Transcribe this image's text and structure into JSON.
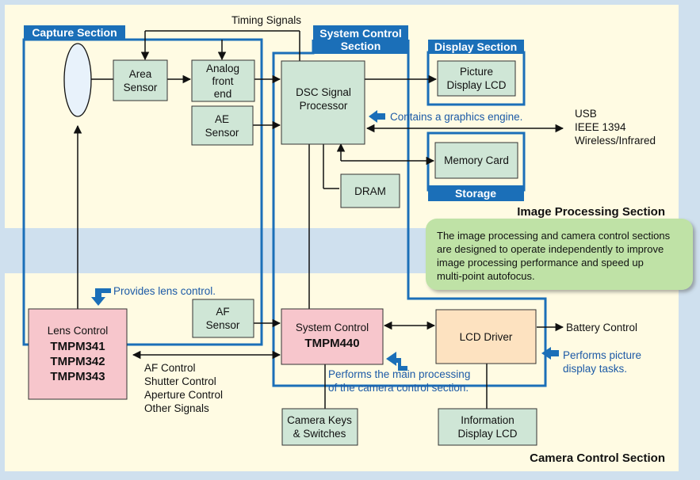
{
  "colors": {
    "panel": "#fffbe3",
    "band": "#cfe0ee",
    "section_blue": "#1b6fb8",
    "box_green": "#cfe6d6",
    "box_pink": "#f7c6cc",
    "box_orange": "#fde2c0",
    "note_green": "#bfe2a6",
    "annotation": "#1c5aa6"
  },
  "labels": {
    "timing_signals": "Timing Signals",
    "capture_section": "Capture Section",
    "system_control_section": [
      "System Control",
      "Section"
    ],
    "display_section": "Display Section",
    "storage": "Storage",
    "image_processing_section": "Image Processing Section",
    "camera_control_section": "Camera Control Section"
  },
  "boxes": {
    "area_sensor": [
      "Area",
      "Sensor"
    ],
    "analog_front_end": [
      "Analog",
      "front",
      "end"
    ],
    "ae_sensor": [
      "AE",
      "Sensor"
    ],
    "dsc_signal_processor": [
      "DSC Signal",
      "Processor"
    ],
    "picture_display_lcd": [
      "Picture",
      "Display LCD"
    ],
    "memory_card": "Memory Card",
    "dram": "DRAM",
    "af_sensor": [
      "AF",
      "Sensor"
    ],
    "lens_control": [
      "Lens Control",
      "TMPM341",
      "TMPM342",
      "TMPM343"
    ],
    "system_control": [
      "System Control",
      "TMPM440"
    ],
    "lcd_driver": "LCD Driver",
    "camera_keys": [
      "Camera Keys",
      "& Switches"
    ],
    "information_display_lcd": [
      "Information",
      "Display LCD"
    ]
  },
  "signals": {
    "usb": [
      "USB",
      "IEEE 1394",
      "Wireless/Infrared"
    ],
    "battery_control": "Battery Control",
    "lens_signals": [
      "AF Control",
      "Shutter Control",
      "Aperture Control",
      "Other Signals"
    ]
  },
  "annotations": {
    "graphics_engine": "Contains a graphics engine.",
    "lens_control": "Provides lens control.",
    "main_processing": [
      "Performs the main processing",
      "of the camera control section."
    ],
    "picture_display": [
      "Performs picture",
      "display tasks."
    ]
  },
  "note": [
    "The image processing and camera control sections",
    "are designed to operate independently to improve",
    "image processing performance and speed up",
    "multi-point autofocus."
  ]
}
